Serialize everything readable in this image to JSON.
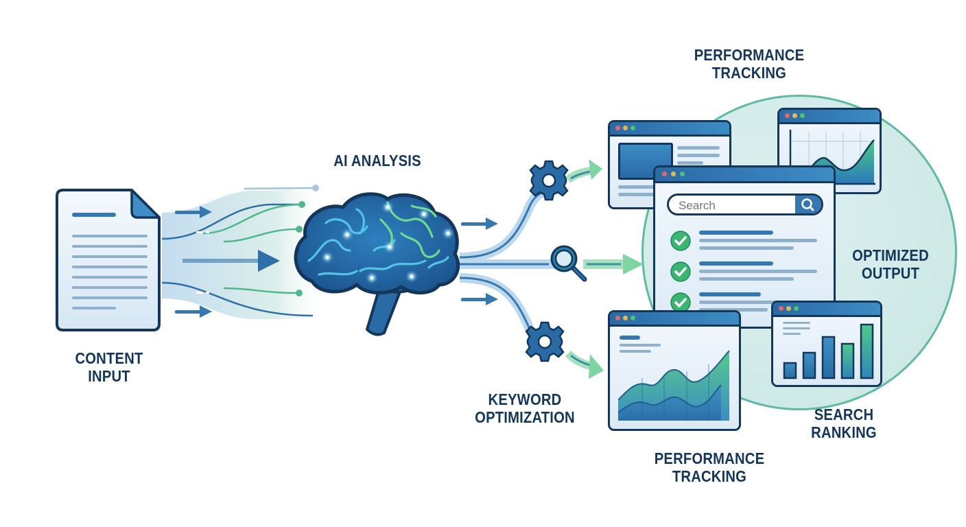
{
  "labels": {
    "content_input": [
      "CONTENT",
      "INPUT"
    ],
    "ai_analysis": "AI ANALYSIS",
    "keyword_optimization": [
      "KEYWORD",
      "OPTIMIZATION"
    ],
    "performance_tracking_top": [
      "PERFORMANCE",
      "TRACKING"
    ],
    "performance_tracking_bottom": [
      "PERFORMANCE",
      "TRACKING"
    ],
    "optimized_output": [
      "OPTIMIZED",
      "OUTPUT"
    ],
    "search_ranking": [
      "SEARCH",
      "RANKING"
    ]
  },
  "search_window": {
    "placeholder": "Search",
    "results": [
      {
        "status": "check-icon"
      },
      {
        "status": "check-icon"
      },
      {
        "status": "check-icon"
      }
    ]
  },
  "icons": [
    "document-icon",
    "brain-icon",
    "gear-icon",
    "magnifier-icon",
    "gear-icon",
    "check-icon",
    "search-icon",
    "area-chart-icon",
    "bar-chart-icon"
  ],
  "colors": {
    "navy": "#13365a",
    "blue": "#3677b0",
    "light_blue": "#cfe3f2",
    "green": "#3fbf7a",
    "teal_circle": "#cde9e6"
  }
}
